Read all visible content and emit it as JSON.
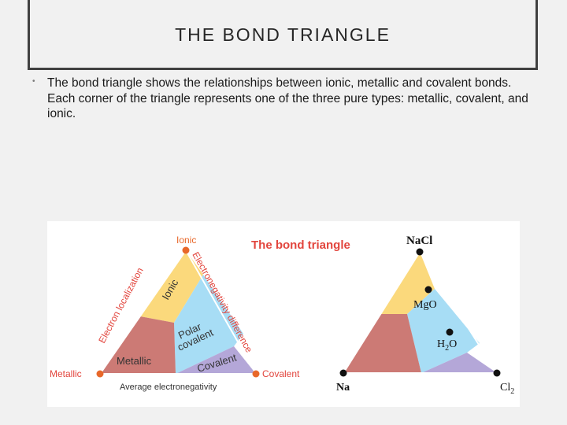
{
  "slide": {
    "title": "THE BOND TRIANGLE",
    "bullet": "The bond triangle shows the relationships between ionic, metallic and covalent bonds. Each corner of the triangle represents one of the three pure types: metallic, covalent, and ionic."
  },
  "left_triangle": {
    "corner_ionic": "Ionic",
    "corner_metallic": "Metallic",
    "corner_covalent": "Covalent",
    "region_ionic": "Ionic",
    "region_polar_1": "Polar",
    "region_polar_2": "covalent",
    "region_metallic": "Metallic",
    "region_covalent": "Covalent",
    "axis_left": "Electron localization",
    "axis_right": "Electronegativity difference",
    "axis_bottom": "Average electronegativity"
  },
  "figure_title": "The bond triangle",
  "right_triangle": {
    "top": "NaCl",
    "mid1": "MgO",
    "mid2_main": "H",
    "mid2_sub": "2",
    "mid2_end": "O",
    "bottom_left": "Na",
    "bottom_right_main": "Cl",
    "bottom_right_sub": "2"
  },
  "colors": {
    "ionic": "#fbd97c",
    "polar_covalent": "#a7ddf5",
    "metallic": "#cc7a75",
    "covalent": "#b4a7d8",
    "corner_dot": "#e8682a",
    "title_red": "#e2453d"
  }
}
